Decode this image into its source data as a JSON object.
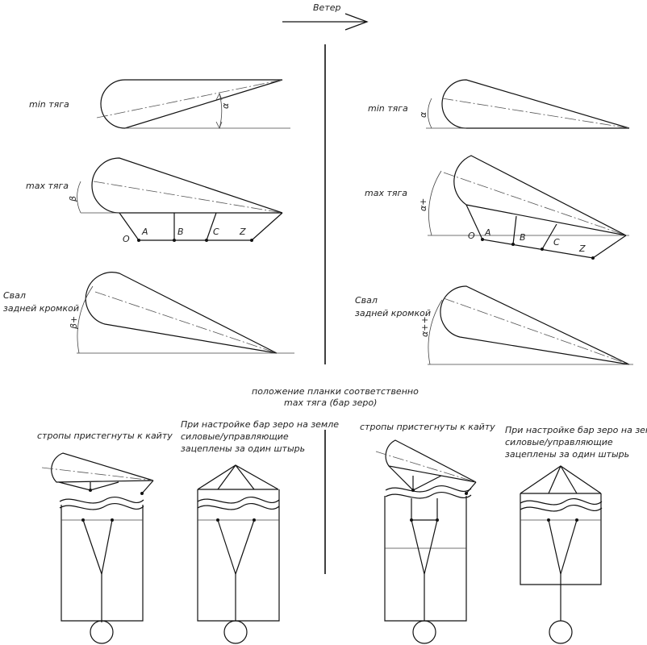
{
  "header": {
    "wind": "Ветер"
  },
  "left": {
    "min_label": "min тяга",
    "max_label": "max тяга",
    "stall_label_1": "Свал",
    "stall_label_2": "задней кромкой",
    "angle_min": "α",
    "angle_max": "β",
    "angle_stall": "β+",
    "points": [
      "O",
      "A",
      "B",
      "C",
      "Z"
    ]
  },
  "right": {
    "min_label": "min тяга",
    "max_label": "max тяга",
    "stall_label_1": "Свал",
    "stall_label_2": "задней кромкой",
    "angle_min": "α",
    "angle_max": "α+",
    "angle_stall": "α++",
    "points": [
      "O",
      "A",
      "B",
      "C",
      "Z"
    ]
  },
  "caption": {
    "line1": "положение планки соответственно",
    "line2": "max тяга (бар зеро)"
  },
  "bottom": {
    "lines_attached_1": "стропы пристегнуты к кайту",
    "ground_setup_1": "При настройке бар зеро на земле",
    "ground_setup_2": "силовые/управляющие",
    "ground_setup_3": "зацеплены за один штырь",
    "lines_attached_2": "стропы пристегнуты к кайту",
    "ground_setup_4": "При настройке бар зеро на земле",
    "ground_setup_5": "силовые/управляющие",
    "ground_setup_6": "зацеплены за один штырь"
  }
}
